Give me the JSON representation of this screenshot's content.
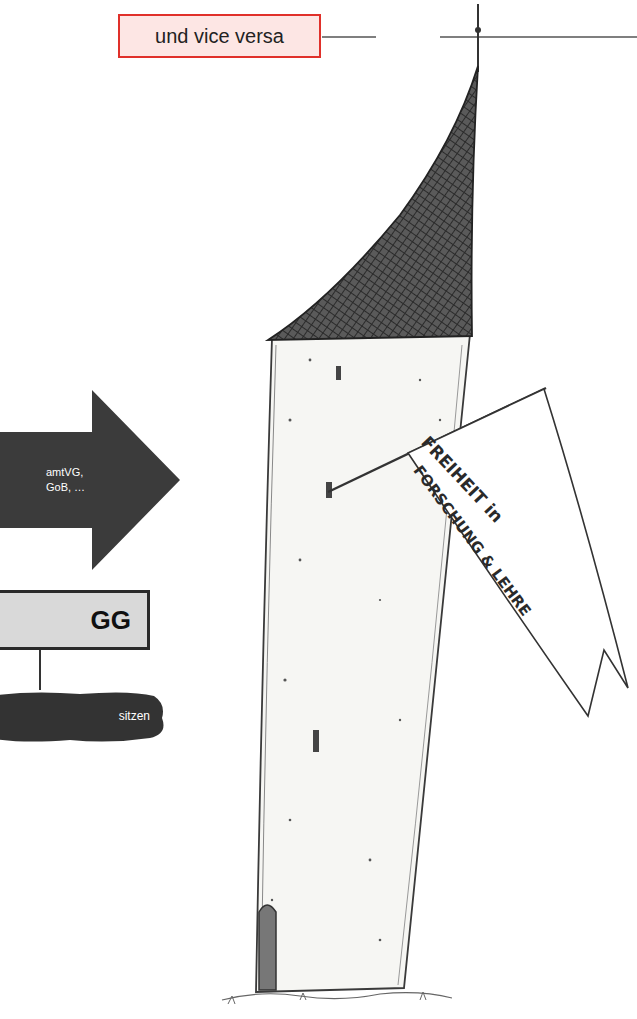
{
  "diagram": {
    "nodes": [
      {
        "text": [
          "und vice versa"
        ]
      },
      {
        "text": [
          "amtVG, GoB, …"
        ]
      },
      {
        "text": [
          "GG"
        ]
      },
      {
        "text": [
          "sitzen"
        ]
      }
    ],
    "edges": [
      {
        "from": 2,
        "to": 3,
        "arrow": "none"
      }
    ],
    "labels": [
      "FREIHEIT in",
      "FORSCHUNG & LEHRE"
    ]
  }
}
